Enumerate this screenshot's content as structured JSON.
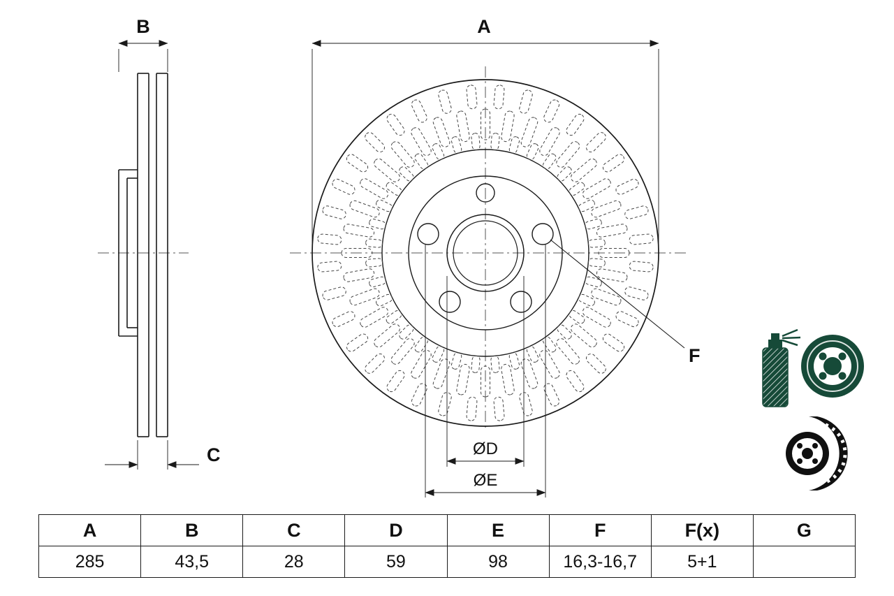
{
  "drawing": {
    "dim_labels": {
      "A": "A",
      "B": "B",
      "C": "C",
      "F": "F",
      "dD": "ØD",
      "dE": "ØE"
    }
  },
  "table": {
    "headers": [
      "A",
      "B",
      "C",
      "D",
      "E",
      "F",
      "F(x)",
      "G"
    ],
    "values": [
      "285",
      "43,5",
      "28",
      "59",
      "98",
      "16,3-16,7",
      "5+1",
      ""
    ]
  },
  "icons": {
    "spray": "spray-can-and-disc-icon",
    "disc": "vented-brake-disc-icon"
  },
  "colors": {
    "line_ink": "#1a1a1a",
    "pictogram_green": "#164a38",
    "pictogram_black": "#101010",
    "background": "#ffffff"
  }
}
